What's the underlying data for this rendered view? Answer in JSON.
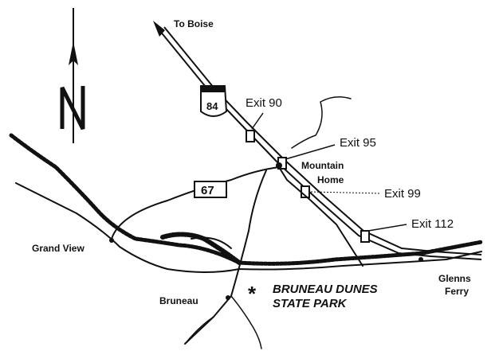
{
  "map": {
    "north_label": "N",
    "to_boise": "To Boise",
    "interstate_shield": "84",
    "state_route_shield": "67",
    "exits": [
      "Exit 90",
      "Exit 95",
      "Exit 99",
      "Exit 112"
    ],
    "places": {
      "mountain_home": [
        "Mountain",
        "Home"
      ],
      "grand_view": "Grand View",
      "bruneau": "Bruneau",
      "glenns_ferry": [
        "Glenns",
        "Ferry"
      ],
      "park": [
        "BRUNEAU DUNES",
        "STATE PARK"
      ]
    },
    "park_symbol": "*"
  }
}
